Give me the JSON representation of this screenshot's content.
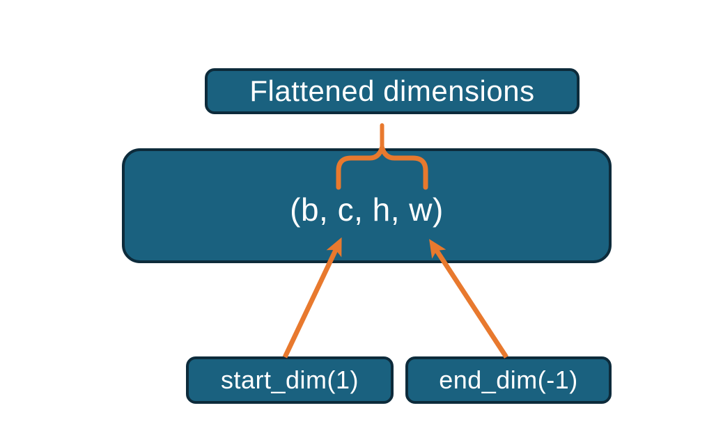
{
  "diagram": {
    "background_color": "#ffffff",
    "colors": {
      "box_fill": "#1A617F",
      "box_border": "#0D2B3B",
      "connector": "#E8792E",
      "label_text": "#FFFFFF"
    },
    "flattened_box": {
      "label": "Flattened dimensions"
    },
    "tensor_box": {
      "label": "(b, c, h, w)"
    },
    "start_dim_box": {
      "label": "start_dim(1)"
    },
    "end_dim_box": {
      "label": "end_dim(-1)"
    }
  }
}
